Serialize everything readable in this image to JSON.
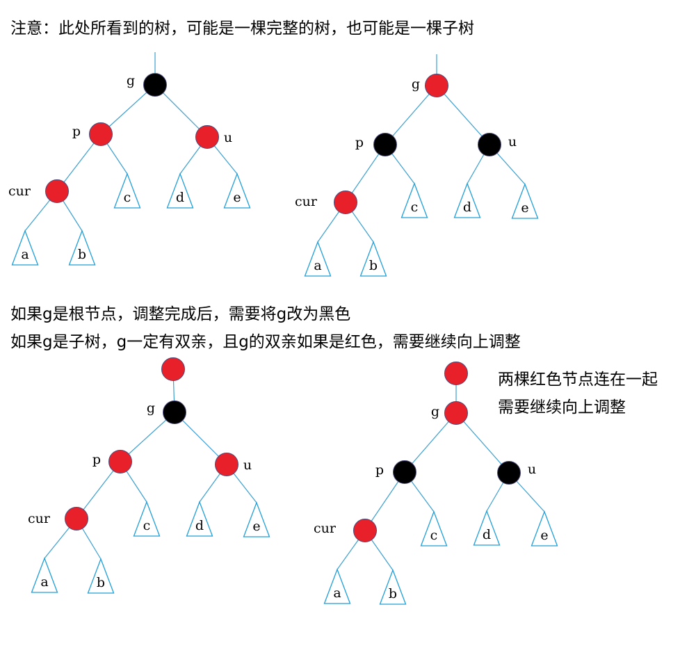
{
  "note": "注意：此处所看到的树，可能是一棵完整的树，也可能是一棵子树",
  "explanation": {
    "root_case": "如果g是根节点，调整完成后，需要将g改为黑色",
    "subtree_case": "如果g是子树，g一定有双亲，且g的双亲如果是红色，需要继续向上调整"
  },
  "side_note": {
    "line1": "两棵红色节点连在一起",
    "line2": "需要继续向上调整"
  },
  "colors": {
    "red_node": "#e8202a",
    "black_node": "#000000",
    "node_outline": "#4a4a7a",
    "edge": "#3a9fd0",
    "subtree_outline": "#1f9fd8"
  },
  "trees": [
    {
      "nodes": {
        "g": {
          "label": "g",
          "color": "black"
        },
        "p": {
          "label": "p",
          "color": "red"
        },
        "u": {
          "label": "u",
          "color": "red"
        },
        "cur": {
          "label": "cur",
          "color": "red"
        }
      },
      "subtrees": {
        "a": {
          "label": "a"
        },
        "b": {
          "label": "b"
        },
        "c": {
          "label": "c"
        },
        "d": {
          "label": "d"
        },
        "e": {
          "label": "e"
        }
      }
    },
    {
      "nodes": {
        "g": {
          "label": "g",
          "color": "red"
        },
        "p": {
          "label": "p",
          "color": "black"
        },
        "u": {
          "label": "u",
          "color": "black"
        },
        "cur": {
          "label": "cur",
          "color": "red"
        }
      },
      "subtrees": {
        "a": {
          "label": "a"
        },
        "b": {
          "label": "b"
        },
        "c": {
          "label": "c"
        },
        "d": {
          "label": "d"
        },
        "e": {
          "label": "e"
        }
      }
    },
    {
      "nodes": {
        "g_parent": {
          "color": "red"
        },
        "g": {
          "label": "g",
          "color": "black"
        },
        "p": {
          "label": "p",
          "color": "red"
        },
        "u": {
          "label": "u",
          "color": "red"
        },
        "cur": {
          "label": "cur",
          "color": "red"
        }
      },
      "subtrees": {
        "a": {
          "label": "a"
        },
        "b": {
          "label": "b"
        },
        "c": {
          "label": "c"
        },
        "d": {
          "label": "d"
        },
        "e": {
          "label": "e"
        }
      }
    },
    {
      "nodes": {
        "g_parent": {
          "color": "red"
        },
        "g": {
          "label": "g",
          "color": "red"
        },
        "p": {
          "label": "p",
          "color": "black"
        },
        "u": {
          "label": "u",
          "color": "black"
        },
        "cur": {
          "label": "cur",
          "color": "red"
        }
      },
      "subtrees": {
        "a": {
          "label": "a"
        },
        "b": {
          "label": "b"
        },
        "c": {
          "label": "c"
        },
        "d": {
          "label": "d"
        },
        "e": {
          "label": "e"
        }
      }
    }
  ]
}
